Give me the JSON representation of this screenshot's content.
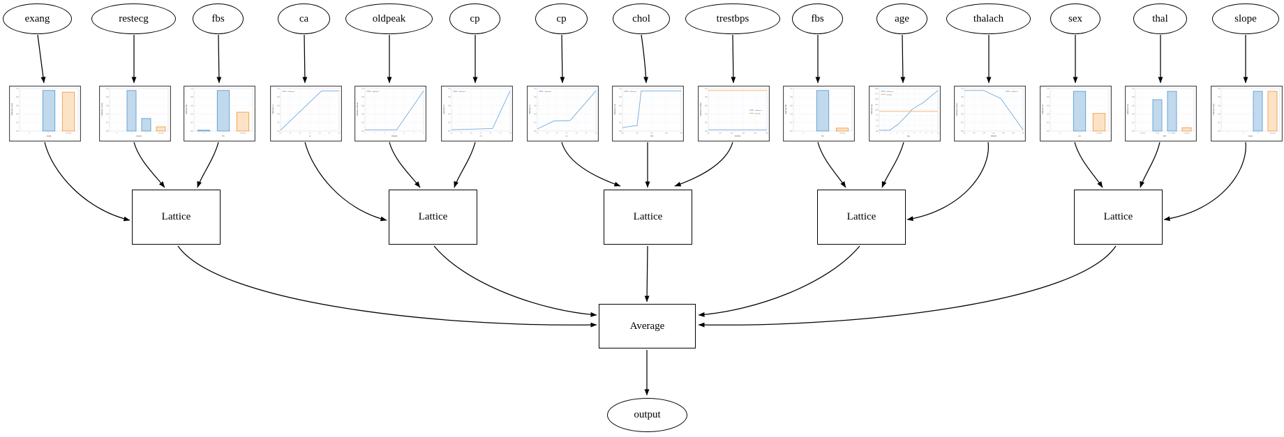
{
  "diagram": {
    "features": [
      {
        "id": "exang",
        "label": "exang"
      },
      {
        "id": "restecg",
        "label": "restecg"
      },
      {
        "id": "fbs",
        "label": "fbs"
      },
      {
        "id": "ca",
        "label": "ca"
      },
      {
        "id": "oldpeak",
        "label": "oldpeak"
      },
      {
        "id": "cp",
        "label": "cp"
      },
      {
        "id": "cp-2",
        "label": "cp"
      },
      {
        "id": "chol",
        "label": "chol"
      },
      {
        "id": "trestbps",
        "label": "trestbps"
      },
      {
        "id": "fbs-2",
        "label": "fbs"
      },
      {
        "id": "age",
        "label": "age"
      },
      {
        "id": "thalach",
        "label": "thalach"
      },
      {
        "id": "sex",
        "label": "sex"
      },
      {
        "id": "thal",
        "label": "thal"
      },
      {
        "id": "slope",
        "label": "slope"
      }
    ],
    "lattices": [
      {
        "label": "Lattice"
      },
      {
        "label": "Lattice"
      },
      {
        "label": "Lattice"
      },
      {
        "label": "Lattice"
      },
      {
        "label": "Lattice"
      }
    ],
    "average": {
      "label": "Average"
    },
    "output": {
      "label": "output"
    },
    "connections": {
      "lattice_inputs": [
        [
          "exang",
          "restecg",
          "fbs"
        ],
        [
          "ca",
          "oldpeak",
          "cp"
        ],
        [
          "cp",
          "chol",
          "trestbps"
        ],
        [
          "fbs",
          "age",
          "thalach"
        ],
        [
          "sex",
          "thal",
          "slope"
        ]
      ],
      "average_inputs": [
        "lattice-1",
        "lattice-2",
        "lattice-3",
        "lattice-4",
        "lattice-5"
      ],
      "output_input": "average"
    }
  },
  "colors": {
    "bar_blue_fill": "#c1d9ed",
    "bar_blue_stroke": "#4f94cd",
    "bar_orange_fill": "#fde3c5",
    "bar_orange_stroke": "#f0933b",
    "line_blue": "#74a9d8",
    "line_orange": "#fbaf5f",
    "edge": "#000000",
    "chart_border": "#3f3f3f",
    "tick_text": "#666666"
  },
  "charts": [
    {
      "id": "exang",
      "type": "bar",
      "ylabel": "calibrated exang",
      "xlabel": "exang",
      "categories": [
        "0",
        "1",
        "missing"
      ],
      "values": [
        0,
        0.97,
        0.93
      ],
      "bar_colors": [
        "b",
        "b",
        "o"
      ],
      "yticks": [
        "0.0",
        "0.2",
        "0.4",
        "0.6",
        "0.8",
        "1.0"
      ],
      "legend": null
    },
    {
      "id": "restecg",
      "type": "bar",
      "ylabel": "calibrated restecg",
      "xlabel": "restecg",
      "categories": [
        "0",
        "1",
        "2",
        "missing"
      ],
      "values": [
        0,
        0.97,
        0.3,
        0.1
      ],
      "bar_colors": [
        "b",
        "b",
        "b",
        "o"
      ],
      "yticks": [
        "0.0",
        "0.2",
        "0.4",
        "0.6",
        "0.8",
        "1.0"
      ],
      "legend": null
    },
    {
      "id": "fbs",
      "type": "bar",
      "ylabel": "calibrated fbs",
      "xlabel": "fbs",
      "categories": [
        "0",
        "1",
        "missing"
      ],
      "values": [
        0.02,
        0.97,
        0.45
      ],
      "bar_colors": [
        "b",
        "b",
        "o"
      ],
      "yticks": [
        "0.0",
        "0.2",
        "0.4",
        "0.6",
        "0.8",
        "1.0"
      ],
      "legend": null
    },
    {
      "id": "ca",
      "type": "line",
      "ylabel": "calibrated ca",
      "xlabel": "ca",
      "series": [
        {
          "name": "calibrated",
          "color": "b",
          "points": [
            [
              0,
              0.02
            ],
            [
              0.7,
              0.96
            ],
            [
              1,
              0.96
            ]
          ]
        }
      ],
      "xticks": [
        "0.0",
        "0.5",
        "1.0",
        "1.5",
        "2.0",
        "2.5",
        "3.0"
      ],
      "yticks": [
        "0.0",
        "0.2",
        "0.4",
        "0.6",
        "0.8",
        "1.0"
      ],
      "legend": {
        "pos": "tl",
        "entries": [
          {
            "label": "calibrated",
            "color": "b"
          }
        ]
      }
    },
    {
      "id": "oldpeak",
      "type": "line",
      "ylabel": "calibrated oldpeak",
      "xlabel": "oldpeak",
      "series": [
        {
          "name": "calibrated",
          "color": "b",
          "points": [
            [
              0,
              0.03
            ],
            [
              0.54,
              0.03
            ],
            [
              1,
              0.96
            ]
          ]
        }
      ],
      "xticks": [
        "0",
        "1",
        "2",
        "3",
        "4",
        "5",
        "6"
      ],
      "yticks": [
        "0.0",
        "0.2",
        "0.4",
        "0.6",
        "0.8",
        "1.0"
      ],
      "legend": {
        "pos": "tl",
        "entries": [
          {
            "label": "calibrated",
            "color": "b"
          }
        ]
      }
    },
    {
      "id": "cp",
      "type": "line",
      "ylabel": "calibrated cp",
      "xlabel": "cp",
      "series": [
        {
          "name": "calibrated",
          "color": "b",
          "points": [
            [
              0,
              0.03
            ],
            [
              0.7,
              0.06
            ],
            [
              1,
              0.96
            ]
          ]
        }
      ],
      "xticks": [
        "1.0",
        "1.5",
        "2.0",
        "2.5",
        "3.0",
        "3.5",
        "4.0"
      ],
      "yticks": [
        "0.0",
        "0.2",
        "0.4",
        "0.6",
        "0.8",
        "1.0"
      ],
      "legend": {
        "pos": "tl",
        "entries": [
          {
            "label": "calibrated",
            "color": "b"
          }
        ]
      }
    },
    {
      "id": "cp-2",
      "type": "line",
      "ylabel": "calibrated cp",
      "xlabel": "cp",
      "series": [
        {
          "name": "calibrated",
          "color": "b",
          "points": [
            [
              0,
              0.05
            ],
            [
              0.28,
              0.24
            ],
            [
              0.56,
              0.25
            ],
            [
              1,
              0.96
            ]
          ]
        }
      ],
      "xticks": [
        "1.0",
        "1.5",
        "2.0",
        "2.5",
        "3.0",
        "3.5",
        "4.0"
      ],
      "yticks": [
        "0.0",
        "0.2",
        "0.4",
        "0.6",
        "0.8",
        "1.0"
      ],
      "legend": {
        "pos": "tl",
        "entries": [
          {
            "label": "calibrated",
            "color": "b"
          }
        ]
      }
    },
    {
      "id": "chol",
      "type": "line",
      "ylabel": "calibrated chol",
      "xlabel": "chol",
      "series": [
        {
          "name": "calibrated",
          "color": "b",
          "points": [
            [
              0,
              0.08
            ],
            [
              0.17,
              0.12
            ],
            [
              0.25,
              0.13
            ],
            [
              0.32,
              0.96
            ],
            [
              1,
              0.96
            ]
          ]
        }
      ],
      "xticks": [
        "100",
        "200",
        "300",
        "400",
        "500"
      ],
      "yticks": [
        "0.0",
        "0.2",
        "0.4",
        "0.6",
        "0.8",
        "1.0"
      ],
      "legend": {
        "pos": "tl",
        "entries": [
          {
            "label": "calibrated",
            "color": "b"
          }
        ]
      }
    },
    {
      "id": "trestbps",
      "type": "line",
      "ylabel": "calibrated trestbps",
      "xlabel": "trestbps",
      "series": [
        {
          "name": "calibrated",
          "color": "b",
          "points": [
            [
              0,
              0.03
            ],
            [
              1,
              0.03
            ]
          ]
        },
        {
          "name": "missing",
          "color": "o",
          "points": [
            [
              0,
              0.97
            ],
            [
              1,
              0.97
            ]
          ]
        }
      ],
      "xticks": [
        "100",
        "120",
        "140",
        "160",
        "180",
        "200"
      ],
      "yticks": [
        "0.0",
        "0.2",
        "0.4",
        "0.6",
        "0.8",
        "1.0"
      ],
      "legend": {
        "pos": "r",
        "entries": [
          {
            "label": "calibrated",
            "color": "b"
          },
          {
            "label": "missing",
            "color": "o"
          }
        ]
      }
    },
    {
      "id": "fbs-2",
      "type": "bar",
      "ylabel": "calibrated fbs",
      "xlabel": "fbs",
      "categories": [
        "0",
        "1",
        "missing"
      ],
      "values": [
        0,
        0.97,
        0.07
      ],
      "bar_colors": [
        "b",
        "b",
        "o"
      ],
      "yticks": [
        "0.0",
        "0.2",
        "0.4",
        "0.6",
        "0.8",
        "1.0"
      ],
      "legend": null
    },
    {
      "id": "age",
      "type": "line",
      "ylabel": "calibrated age",
      "xlabel": "age",
      "series": [
        {
          "name": "calibrated",
          "color": "b",
          "points": [
            [
              0,
              0.02
            ],
            [
              0.18,
              0.02
            ],
            [
              0.33,
              0.17
            ],
            [
              0.5,
              0.42
            ],
            [
              0.56,
              0.52
            ],
            [
              0.75,
              0.68
            ],
            [
              1,
              0.97
            ]
          ]
        },
        {
          "name": "missing",
          "color": "o",
          "points": [
            [
              0,
              0.47
            ],
            [
              1,
              0.47
            ]
          ]
        }
      ],
      "xticks": [
        "0",
        "1",
        "2",
        "3",
        "4",
        "5",
        "6",
        "7",
        "8",
        "9",
        "10"
      ],
      "yticks": [
        "0.0",
        "2.5",
        "5.0",
        "7.5",
        "10.0",
        "12.5",
        "15.0",
        "17.5",
        "20.0"
      ],
      "legend": {
        "pos": "tl",
        "entries": [
          {
            "label": "calibrated",
            "color": "b"
          },
          {
            "label": "missing",
            "color": "o"
          }
        ]
      }
    },
    {
      "id": "thalach",
      "type": "line",
      "ylabel": "calibrated thalach",
      "xlabel": "thalach",
      "series": [
        {
          "name": "calibrated",
          "color": "b",
          "points": [
            [
              0,
              0.97
            ],
            [
              0.33,
              0.97
            ],
            [
              0.62,
              0.78
            ],
            [
              1,
              0.03
            ]
          ]
        }
      ],
      "xticks": [
        "80",
        "100",
        "120",
        "140",
        "160",
        "180",
        "200"
      ],
      "yticks": [
        "0.0",
        "0.2",
        "0.4",
        "0.6",
        "0.8",
        "1.0"
      ],
      "legend": {
        "pos": "tr",
        "entries": [
          {
            "label": "calibrated",
            "color": "b"
          }
        ]
      }
    },
    {
      "id": "sex",
      "type": "bar",
      "ylabel": "calibrated sex",
      "xlabel": "sex",
      "categories": [
        "0",
        "1",
        "missing"
      ],
      "values": [
        0,
        0.95,
        0.42
      ],
      "bar_colors": [
        "b",
        "b",
        "o"
      ],
      "yticks": [
        "0.0",
        "0.2",
        "0.4",
        "0.6",
        "0.8",
        "1.0"
      ],
      "legend": null
    },
    {
      "id": "thal",
      "type": "bar",
      "ylabel": "calibrated thal",
      "xlabel": "thal",
      "categories": [
        "normal",
        "fixed",
        "reversible",
        "missing"
      ],
      "values": [
        0,
        0.75,
        0.95,
        0.08
      ],
      "bar_colors": [
        "b",
        "b",
        "b",
        "o"
      ],
      "yticks": [
        "0.0",
        "0.2",
        "0.4",
        "0.6",
        "0.8",
        "1.0"
      ],
      "legend": null
    },
    {
      "id": "slope",
      "type": "bar",
      "ylabel": "calibrated slope",
      "xlabel": "slope",
      "categories": [
        "1",
        "2",
        "3",
        "missing"
      ],
      "values": [
        0,
        0,
        0.95,
        0.95
      ],
      "bar_colors": [
        "b",
        "b",
        "b",
        "o"
      ],
      "yticks": [
        "0.0",
        "0.2",
        "0.4",
        "0.6",
        "0.8",
        "1.0"
      ],
      "legend": null
    }
  ]
}
